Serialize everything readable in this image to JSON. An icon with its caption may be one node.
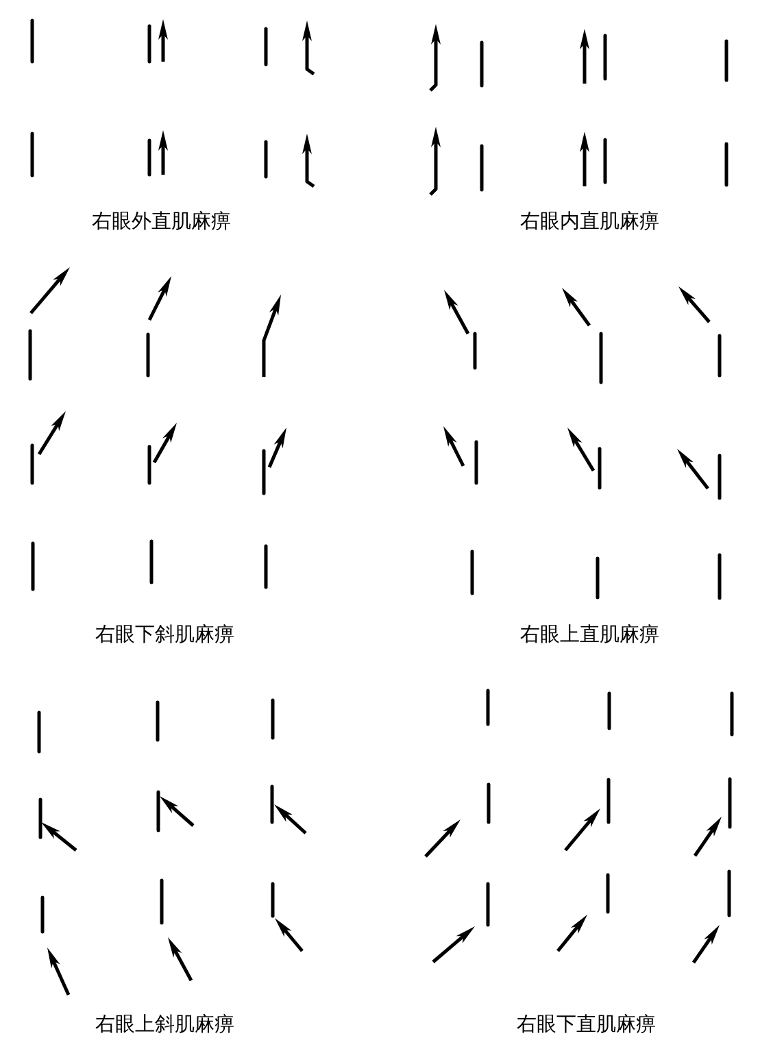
{
  "diagram": {
    "labels": [
      "右眼外直肌麻痹",
      "右眼内直肌麻痹",
      "右眼下斜肌麻痹",
      "右眼上直肌麻痹",
      "右眼上斜肌麻痹",
      "右眼下直肌麻痹"
    ]
  }
}
